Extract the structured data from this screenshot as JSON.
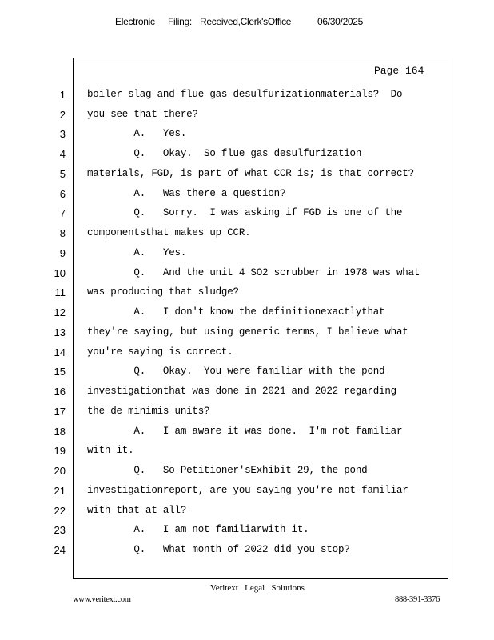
{
  "filing_header": {
    "electronic": "Electronic",
    "filing": "Filing:",
    "received": "Received,Clerk'sOffice",
    "date": "06/30/2025"
  },
  "transcript": {
    "page_label": "Page 164",
    "lines": [
      {
        "no": "1",
        "text": "boiler slag and flue gas desulfurizationmaterials?  Do"
      },
      {
        "no": "2",
        "text": "you see that there?"
      },
      {
        "no": "3",
        "text": "        A.   Yes."
      },
      {
        "no": "4",
        "text": "        Q.   Okay.  So flue gas desulfurization"
      },
      {
        "no": "5",
        "text": "materials, FGD, is part of what CCR is; is that correct?"
      },
      {
        "no": "6",
        "text": "        A.   Was there a question?"
      },
      {
        "no": "7",
        "text": "        Q.   Sorry.  I was asking if FGD is one of the"
      },
      {
        "no": "8",
        "text": "componentsthat makes up CCR."
      },
      {
        "no": "9",
        "text": "        A.   Yes."
      },
      {
        "no": "10",
        "text": "        Q.   And the unit 4 SO2 scrubber in 1978 was what"
      },
      {
        "no": "11",
        "text": "was producing that sludge?"
      },
      {
        "no": "12",
        "text": "        A.   I don't know the definitionexactlythat"
      },
      {
        "no": "13",
        "text": "they're saying, but using generic terms, I believe what"
      },
      {
        "no": "14",
        "text": "you're saying is correct."
      },
      {
        "no": "15",
        "text": "        Q.   Okay.  You were familiar with the pond"
      },
      {
        "no": "16",
        "text": "investigationthat was done in 2021 and 2022 regarding"
      },
      {
        "no": "17",
        "text": "the de minimis units?"
      },
      {
        "no": "18",
        "text": "        A.   I am aware it was done.  I'm not familiar"
      },
      {
        "no": "19",
        "text": "with it."
      },
      {
        "no": "20",
        "text": "        Q.   So Petitioner'sExhibit 29, the pond"
      },
      {
        "no": "21",
        "text": "investigationreport, are you saying you're not familiar"
      },
      {
        "no": "22",
        "text": "with that at all?"
      },
      {
        "no": "23",
        "text": "        A.   I am not familiarwith it."
      },
      {
        "no": "24",
        "text": "        Q.   What month of 2022 did you stop?"
      }
    ]
  },
  "footer": {
    "company": "Veritext   Legal   Solutions",
    "url": "www.veritext.com",
    "phone": "888-391-3376"
  }
}
